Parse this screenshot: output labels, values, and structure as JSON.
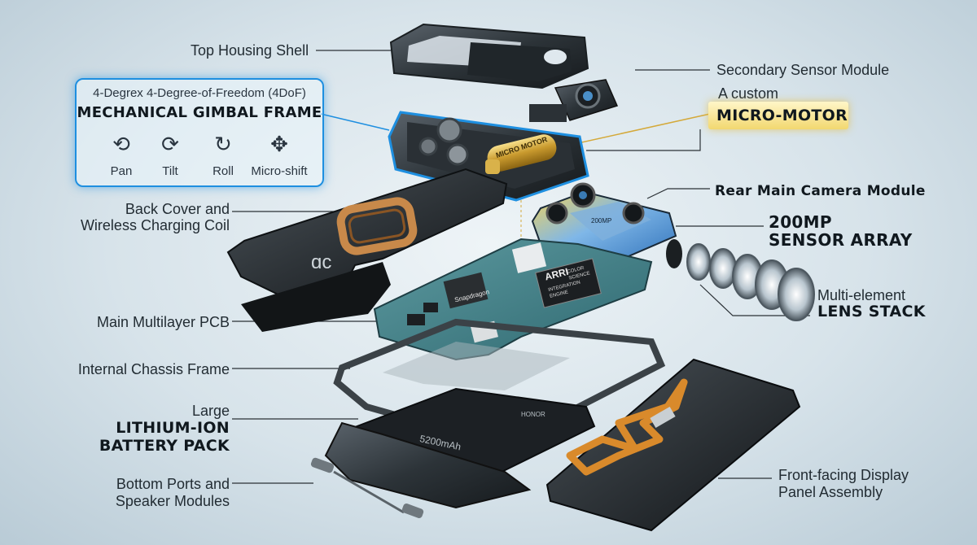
{
  "labels": {
    "top_housing": "Top Housing Shell",
    "secondary_sensor": "Secondary Sensor Module",
    "gimbal_line1": "4-Degrex 4-Degree-of-Freedom (4DoF)",
    "gimbal_line2": "MECHANICAL GIMBAL FRAME",
    "axes": [
      "Pan",
      "Tilt",
      "Roll",
      "Micro-shift"
    ],
    "motor_line1": "A custom",
    "motor_line2": "MICRO-MOTOR",
    "back_cover_1": "Back Cover and",
    "back_cover_2": "Wireless Charging Coil",
    "rear_camera": "Rear Main Camera Module",
    "sensor_1": "200MP",
    "sensor_2": "SENSOR ARRAY",
    "lens_1": "Multi-element",
    "lens_2": "LENS STACK",
    "pcb": "Main Multilayer PCB",
    "chassis": "Internal Chassis Frame",
    "battery_1": "Large",
    "battery_2": "LITHIUM-ION",
    "battery_3": "BATTERY PACK",
    "ports_1": "Bottom Ports and",
    "ports_2": "Speaker Modules",
    "display_1": "Front-facing Display",
    "display_2": "Panel Assembly"
  },
  "component_text": {
    "motor_tag": "MICRO MOTOR",
    "chip_brand": "Snapdragon",
    "isp_brand": "ARRI",
    "isp_line1": "COLOR",
    "isp_line2": "SCIENCE",
    "isp_line3": "INTEGRATION",
    "isp_line4": "ENGINE",
    "sensor_tag": "200MP",
    "battery_capacity": "5200mAh",
    "battery_brand": "HONOR"
  },
  "colors": {
    "gimbal_accent": "#1e8fe0",
    "motor_accent": "#e2b93b",
    "pcb_green": "#3f7f86",
    "coil_copper": "#c8894a",
    "flex_orange": "#d98a2b"
  }
}
